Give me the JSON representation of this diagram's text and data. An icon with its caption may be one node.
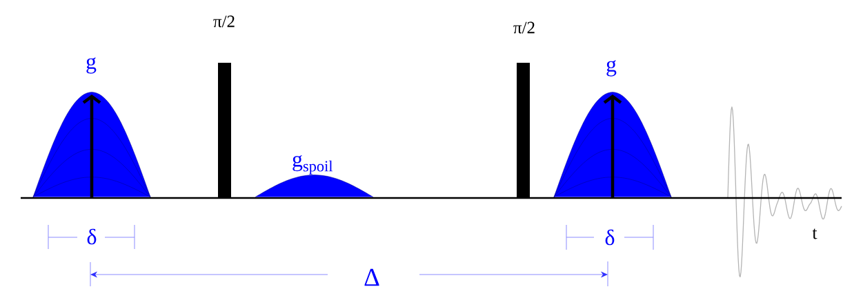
{
  "diagram": {
    "nodes": [
      {
        "text": [
          "g"
        ]
      },
      {
        "text": [
          "π/2"
        ]
      },
      {
        "text": [
          "g$_{spoil}$"
        ]
      },
      {
        "text": [
          "π/2"
        ]
      },
      {
        "text": [
          "g"
        ]
      }
    ],
    "labels": [
      "δ",
      "δ",
      "t",
      "Δ"
    ]
  }
}
